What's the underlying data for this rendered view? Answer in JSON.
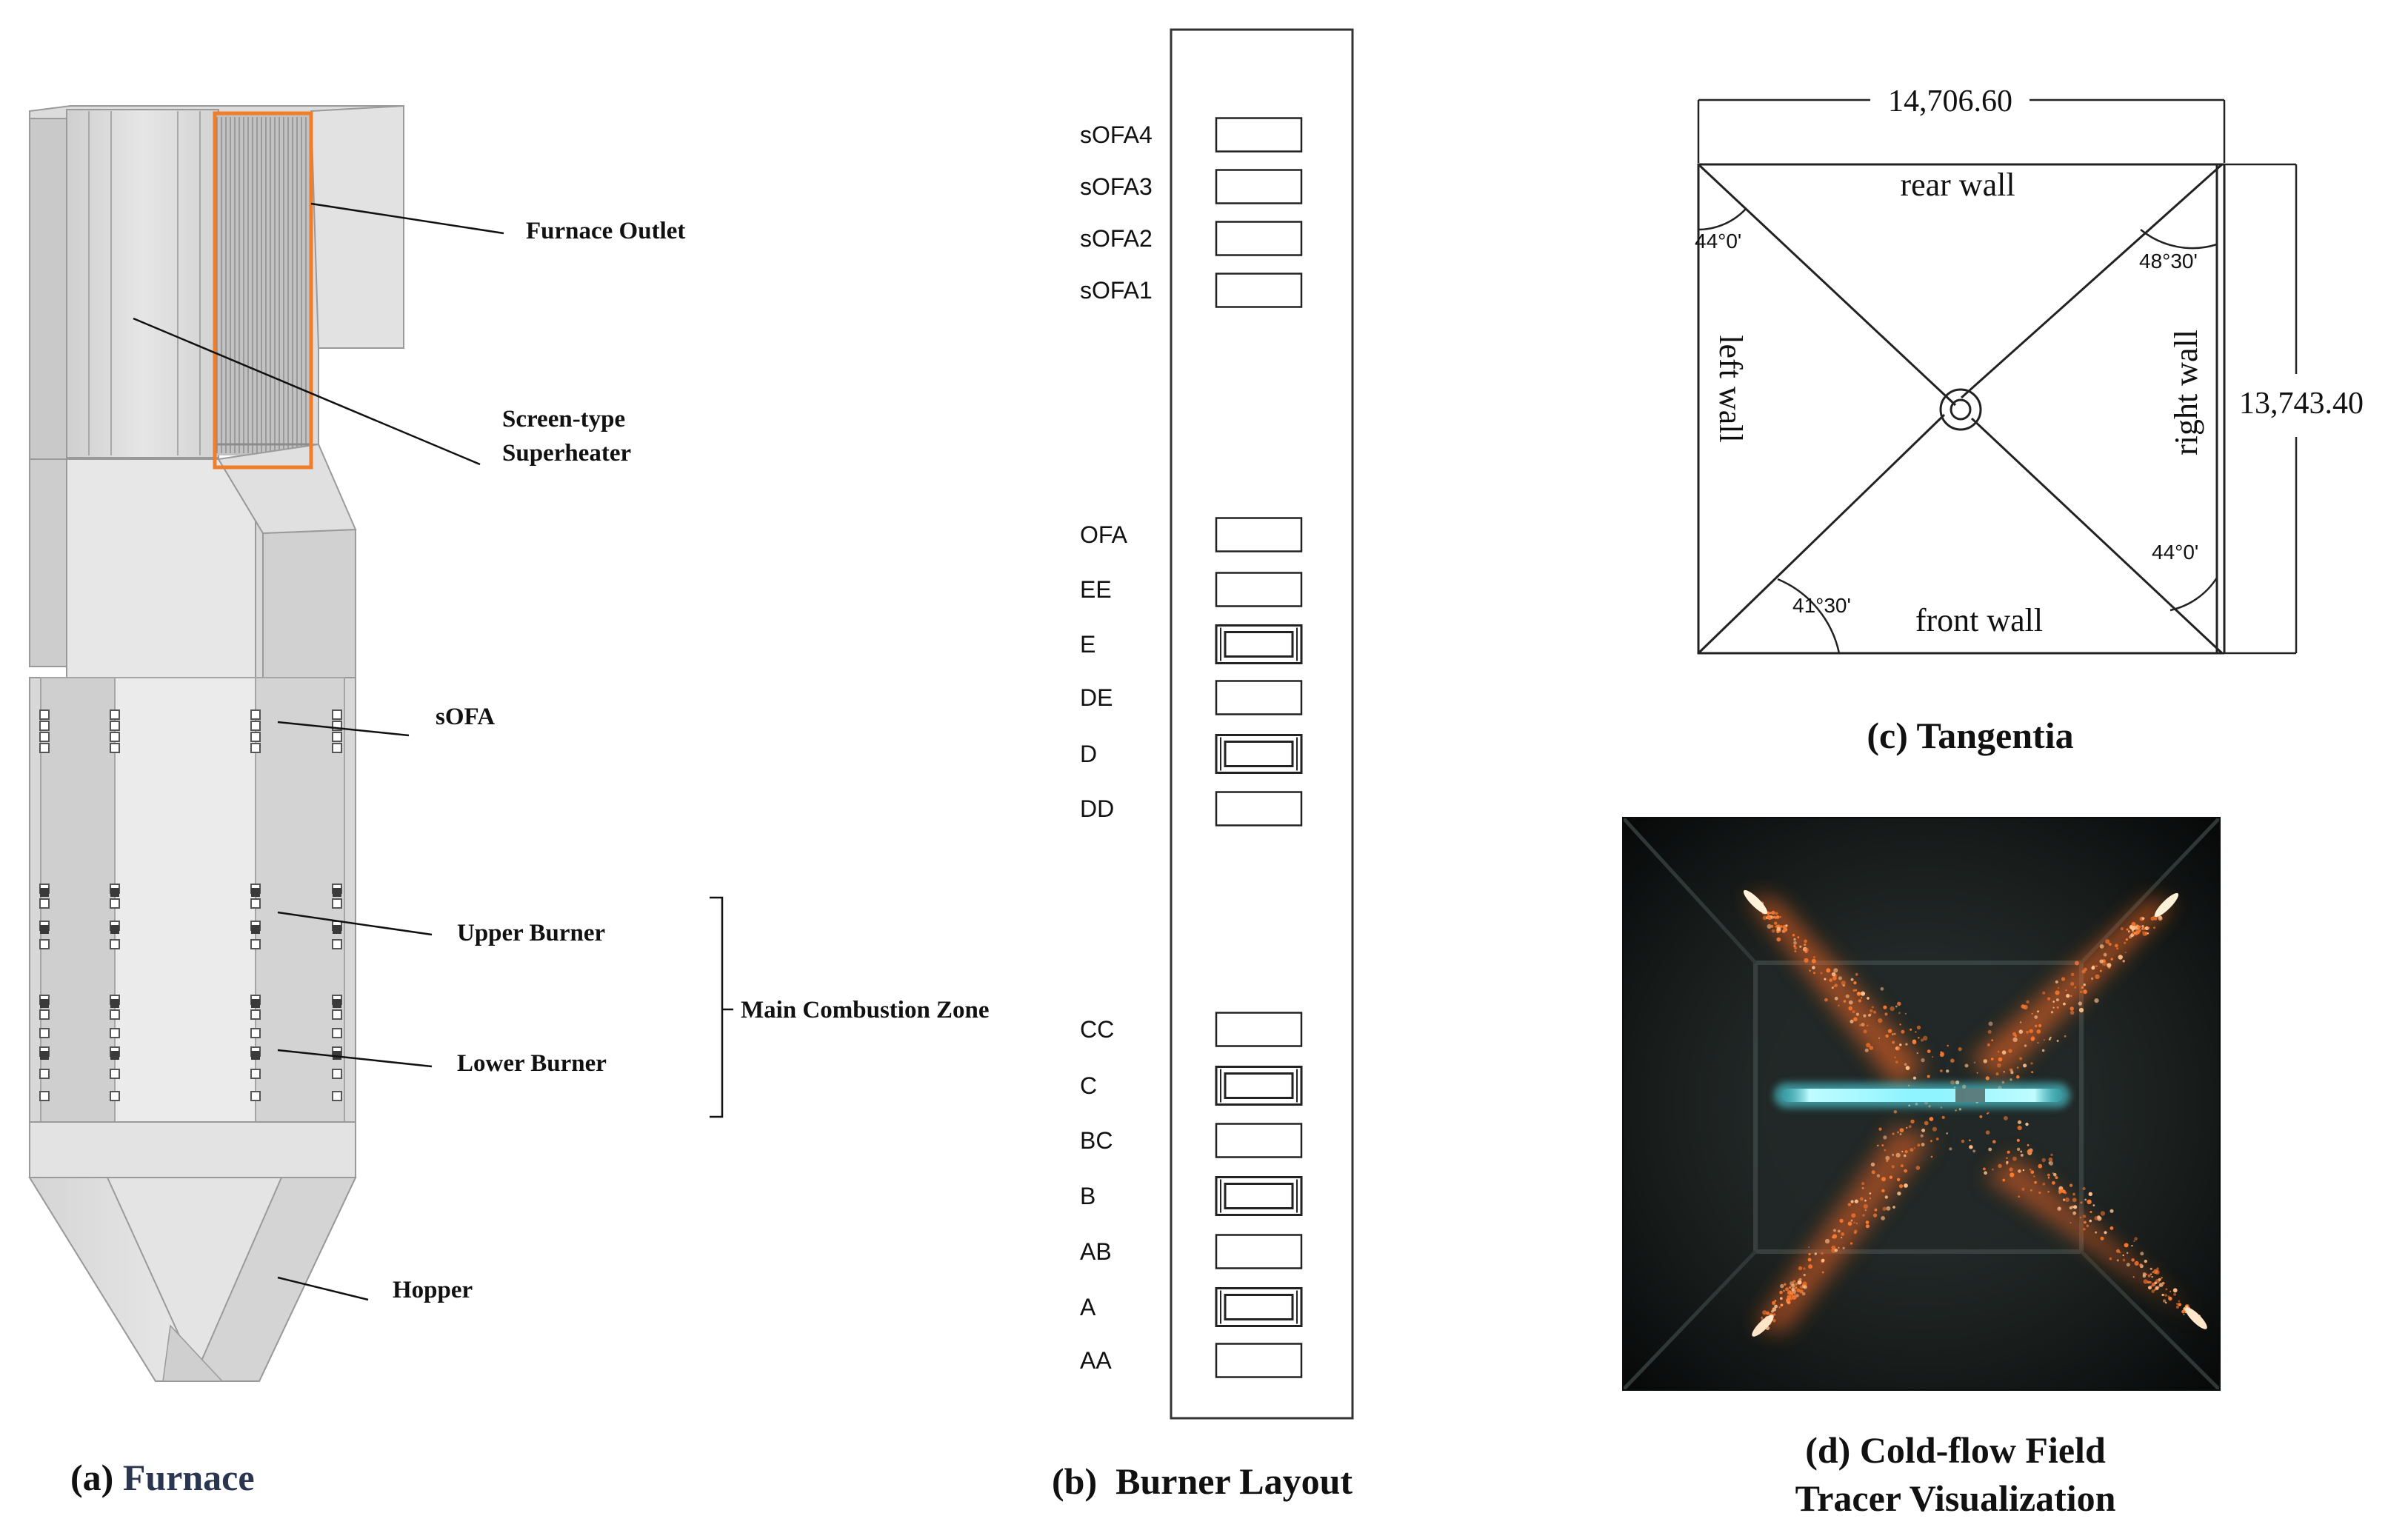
{
  "panel_a": {
    "caption_letter": "(a)",
    "caption_text": "Furnace",
    "callouts": {
      "furnace_outlet": "Furnace Outlet",
      "screen_superheater_line1": "Screen-type",
      "screen_superheater_line2": "Superheater",
      "sofa": "sOFA",
      "upper_burner": "Upper Burner",
      "lower_burner": "Lower Burner",
      "main_combustion_zone": "Main Combustion Zone",
      "hopper": "Hopper"
    }
  },
  "panel_b": {
    "caption": "(b)  Burner Layout",
    "nozzles": [
      {
        "label": "sOFA4",
        "type": "air"
      },
      {
        "label": "sOFA3",
        "type": "air"
      },
      {
        "label": "sOFA2",
        "type": "air"
      },
      {
        "label": "sOFA1",
        "type": "air"
      },
      {
        "label": "OFA",
        "type": "air"
      },
      {
        "label": "EE",
        "type": "air"
      },
      {
        "label": "E",
        "type": "coal"
      },
      {
        "label": "DE",
        "type": "air"
      },
      {
        "label": "D",
        "type": "coal"
      },
      {
        "label": "DD",
        "type": "air"
      },
      {
        "label": "CC",
        "type": "air"
      },
      {
        "label": "C",
        "type": "coal"
      },
      {
        "label": "BC",
        "type": "air"
      },
      {
        "label": "B",
        "type": "coal"
      },
      {
        "label": "AB",
        "type": "air"
      },
      {
        "label": "A",
        "type": "coal"
      },
      {
        "label": "AA",
        "type": "air"
      }
    ]
  },
  "panel_c": {
    "caption": "(c) Tangentia",
    "width_dim": "14,706.60",
    "depth_dim": "13,743.40",
    "walls": {
      "rear": "rear wall",
      "front": "front wall",
      "left": "left wall",
      "right": "right wall"
    },
    "angles": {
      "top_left": "44°0'",
      "top_right": "48°30'",
      "bottom_left": "41°30'",
      "bottom_right": "44°0'"
    }
  },
  "panel_d": {
    "caption_line1": "(d) Cold-flow Field",
    "caption_line2": "Tracer Visualization"
  },
  "colors": {
    "outlet_highlight": "#ef7d2a",
    "tracer_jet": "#ff7a2e",
    "tracer_beam": "#8ff4ff",
    "photo_background": "#121615"
  }
}
